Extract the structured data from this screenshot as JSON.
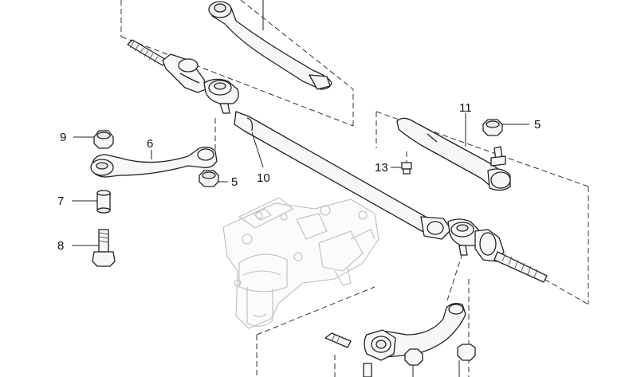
{
  "callouts": {
    "c5_right": "5",
    "c11": "11",
    "c13": "13",
    "c9": "9",
    "c6": "6",
    "c7": "7",
    "c8": "8",
    "c5_left": "5",
    "c10": "10"
  }
}
